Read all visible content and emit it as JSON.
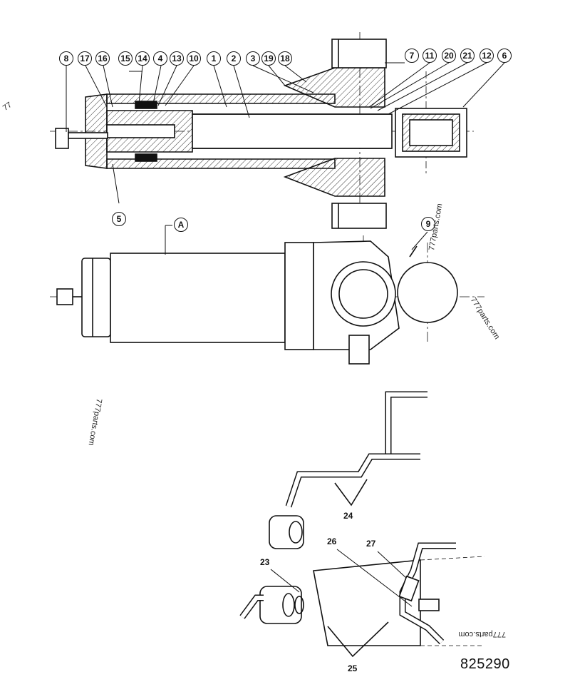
{
  "callouts_top": [
    "8",
    "17",
    "16",
    "15",
    "14",
    "4",
    "13",
    "10",
    "1",
    "2",
    "3",
    "19",
    "18",
    "7",
    "11",
    "20",
    "21",
    "12",
    "6"
  ],
  "callout_5": "5",
  "callout_A": "A",
  "callout_9": "9",
  "lower_labels": {
    "l24": "24",
    "l23": "23",
    "l26": "26",
    "l27": "27",
    "l25": "25"
  },
  "watermarks": {
    "w1": "777parts.com",
    "w2": "777parts.com",
    "w3": "777parts.com",
    "w4": "777parts.com",
    "w_edge": "77"
  },
  "drawing_number": "825290"
}
